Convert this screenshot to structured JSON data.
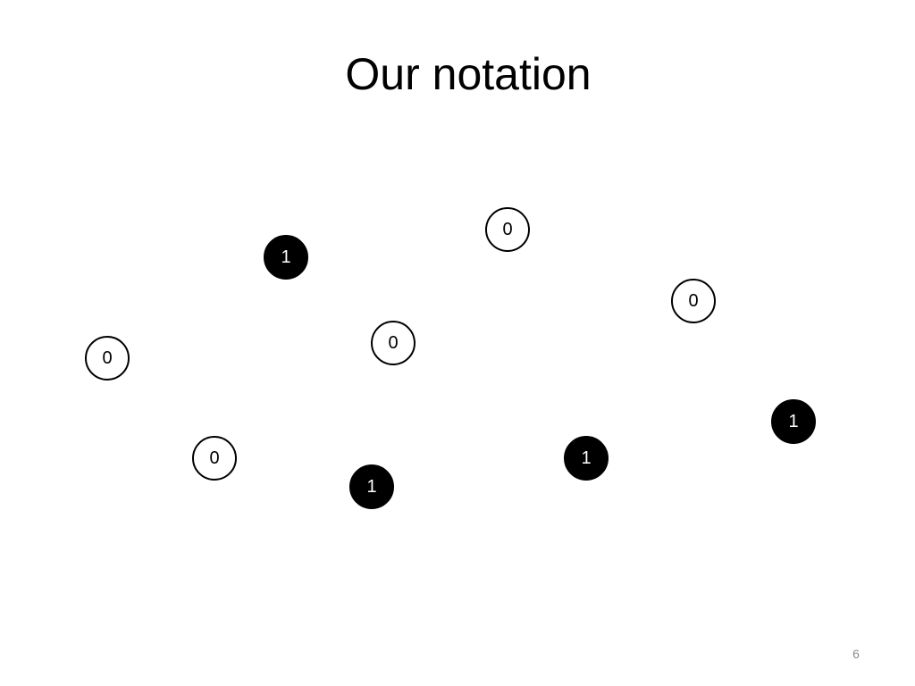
{
  "slide": {
    "title": "Our notation",
    "page_number": "6"
  },
  "nodes": [
    {
      "label": "1",
      "filled": true
    },
    {
      "label": "0",
      "filled": false
    },
    {
      "label": "0",
      "filled": false
    },
    {
      "label": "0",
      "filled": false
    },
    {
      "label": "0",
      "filled": false
    },
    {
      "label": "1",
      "filled": true
    },
    {
      "label": "0",
      "filled": false
    },
    {
      "label": "1",
      "filled": true
    },
    {
      "label": "1",
      "filled": true
    }
  ],
  "colors": {
    "filled_node": "#000000",
    "empty_node": "#ffffff",
    "page_number": "#8c8c8c"
  }
}
